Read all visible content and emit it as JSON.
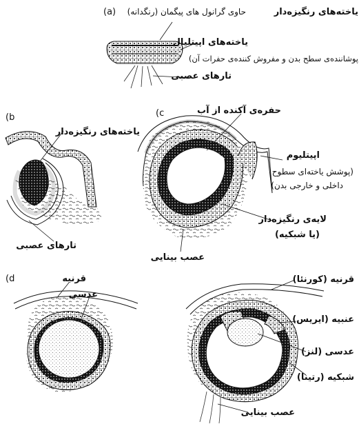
{
  "panels": {
    "a": {
      "tag": "(a)",
      "pigment_note": "حاوی گرانول های پیگمان (رنگدانه)",
      "receptor_cells": "یاخته‌های رنگیزه‌دار",
      "epithelial_cells": "یاخته‌های اپیتلیال",
      "epithelial_note": "پوشاننده‌ی سطح بدن و مفروش کننده‌ی حفرات آن)",
      "nerve_fibers": "تارهای عصبی"
    },
    "b": {
      "tag": "(b",
      "receptor_cells": "یاخته‌های رنگیزه‌دار",
      "nerve_fibers": "تارهای عصبی"
    },
    "c": {
      "tag": "(c",
      "water_cavity": "حفره‌ی آکنده از آب",
      "epithelium": "اپیتلیوم",
      "epithelium_note_1": "(پوشش یاخته‌ای سطوح",
      "epithelium_note_2": "داخلی و خارجی بدن)",
      "pigment_layer_1": "لایه‌ی رنگیزه‌دار",
      "pigment_layer_2": "(یا شبکیه)",
      "optic_nerve": "عصب بینایی"
    },
    "d": {
      "tag": "(d",
      "cornea": "قرنیه",
      "lens": "عدسی"
    },
    "e": {
      "cornea": "قرنیه (کورنئا)",
      "iris": "عنبیه (ایریس)",
      "lens": "عدسی (لنز)",
      "retina": "شبکیه (رتینا)",
      "optic_nerve": "عصب بینایی"
    }
  }
}
